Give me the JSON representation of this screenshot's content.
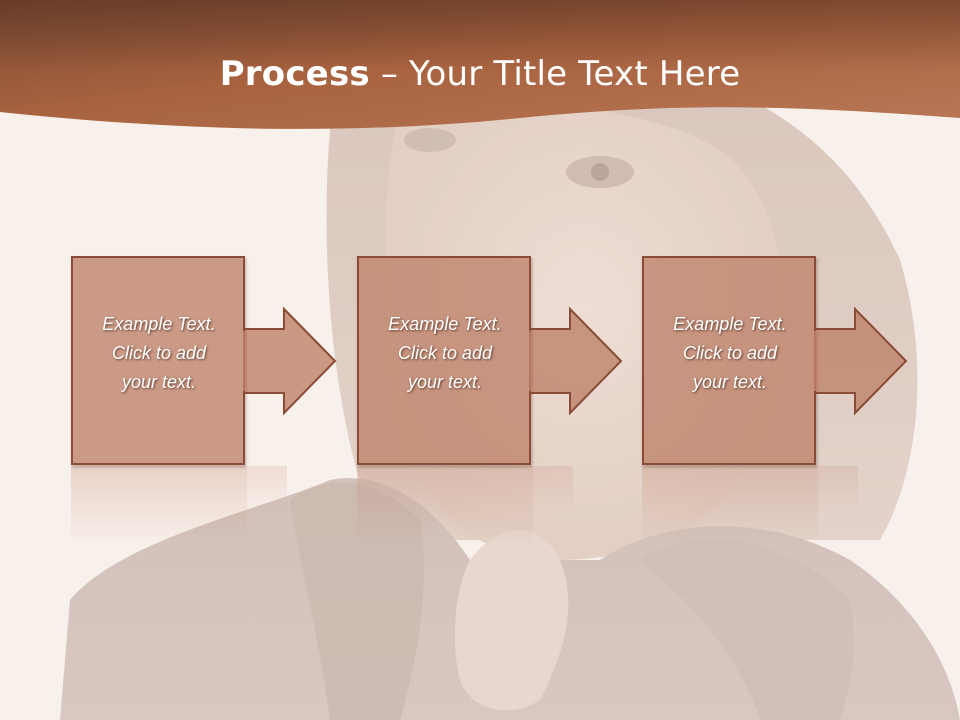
{
  "slide": {
    "title_bold": "Process",
    "title_rest": " – Your Title Text Here",
    "header_color": "#a8623f",
    "box_fill": "#c18470",
    "box_border": "#8a4c37"
  },
  "steps": [
    {
      "text": "Example Text.\nClick  to add\nyour text."
    },
    {
      "text": "Example Text.\nClick  to add\nyour text."
    },
    {
      "text": "Example Text.\nClick  to add\nyour text."
    }
  ]
}
